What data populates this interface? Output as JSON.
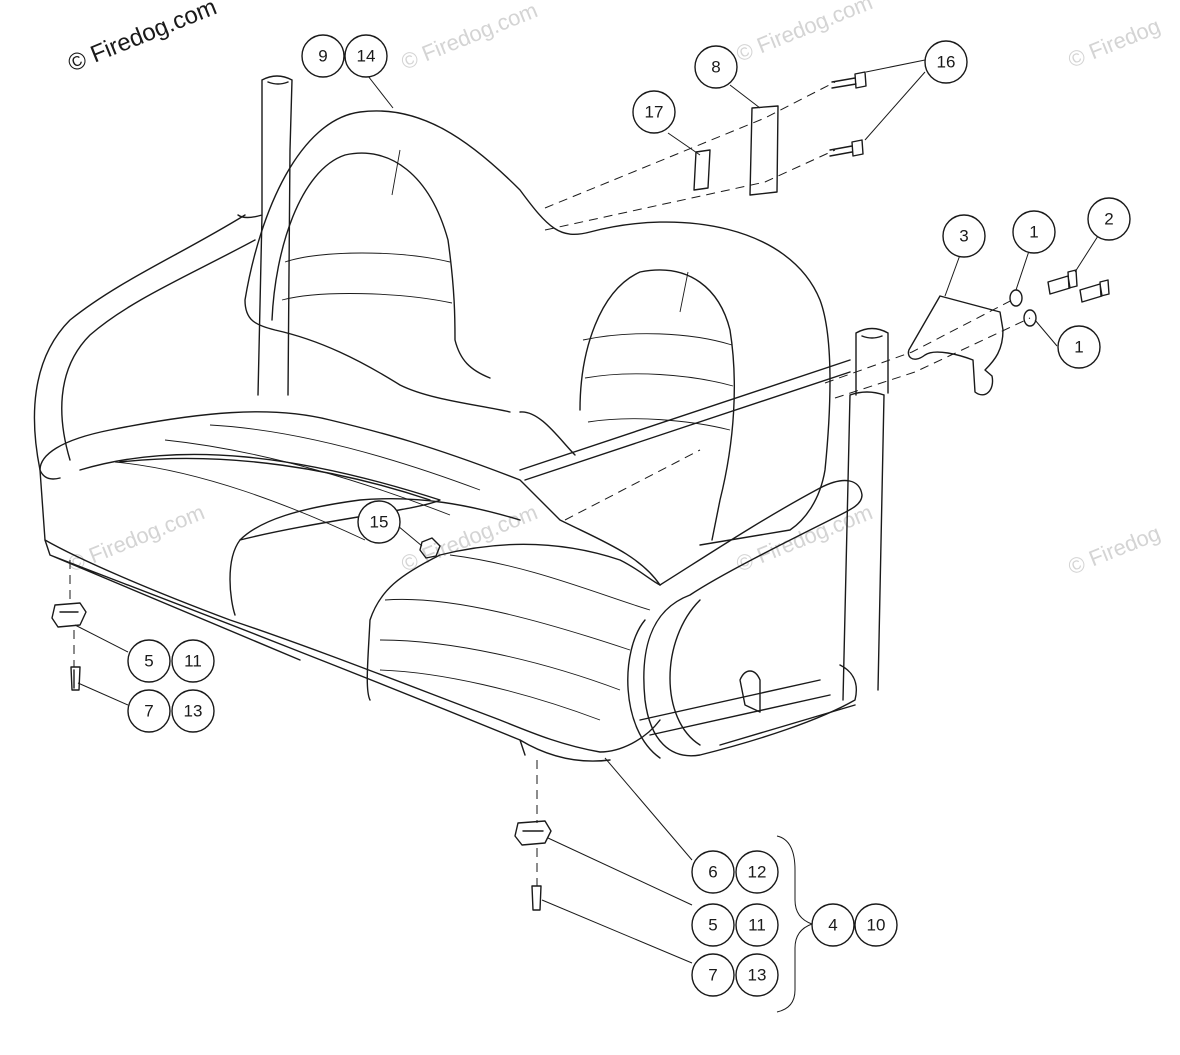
{
  "copyright_text": "© Firedog.com",
  "watermarks": [
    {
      "text": "© Firedog.com"
    },
    {
      "text": "© Firedog.com"
    },
    {
      "text": "© Firedog"
    },
    {
      "text": "© Firedog.com"
    },
    {
      "text": "© Firedog.com"
    },
    {
      "text": "© Firedog.com"
    },
    {
      "text": "© Firedog"
    }
  ],
  "callouts": [
    {
      "label": "9"
    },
    {
      "label": "14"
    },
    {
      "label": "8"
    },
    {
      "label": "16"
    },
    {
      "label": "17"
    },
    {
      "label": "3"
    },
    {
      "label": "1"
    },
    {
      "label": "2"
    },
    {
      "label": "1"
    },
    {
      "label": "15"
    },
    {
      "label": "5"
    },
    {
      "label": "11"
    },
    {
      "label": "7"
    },
    {
      "label": "13"
    },
    {
      "label": "6"
    },
    {
      "label": "12"
    },
    {
      "label": "5"
    },
    {
      "label": "11"
    },
    {
      "label": "4"
    },
    {
      "label": "10"
    },
    {
      "label": "7"
    },
    {
      "label": "13"
    }
  ],
  "colors": {
    "line": "#1a1a1a",
    "watermark": "#d4d4d4",
    "background": "#ffffff"
  }
}
